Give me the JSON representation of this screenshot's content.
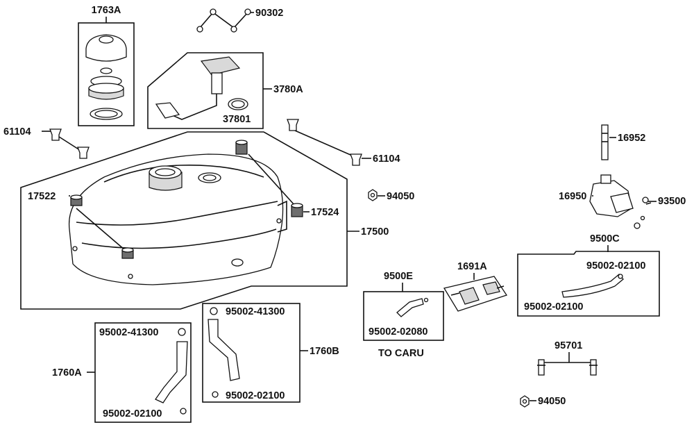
{
  "labels": {
    "cap": "1763A",
    "bolts_top": "90302",
    "pump": "3780A",
    "gasket": "37801",
    "grommet_left": "61104",
    "grommet_right": "61104",
    "tank": "17500",
    "rubber_left": "17522",
    "rubber_right": "17524",
    "nut_mid": "94050",
    "rod": "16952",
    "cock": "16950",
    "screw": "93500",
    "hose_set_c": "9500C",
    "clip_c_top": "95002-02100",
    "clip_c_bottom": "95002-02100",
    "hose_set_e": "9500E",
    "clip_e": "95002-02080",
    "to_carb": "TO CARU",
    "filter": "1691A",
    "hose_a": "1760A",
    "clip_a_top": "95002-41300",
    "clip_a_bottom": "95002-02100",
    "hose_b": "1760B",
    "clip_b_top": "95002-41300",
    "clip_b_bottom": "95002-02100",
    "bracket": "95701",
    "nut_bottom": "94050"
  }
}
